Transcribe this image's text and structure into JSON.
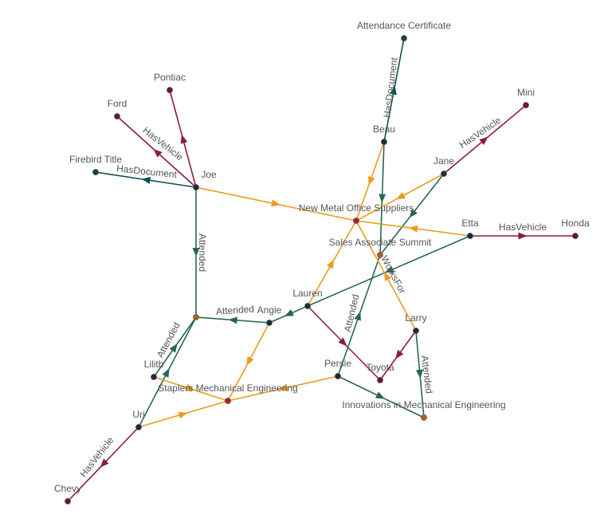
{
  "colors": {
    "person": "#1c2b3a",
    "vehicle": "#6b1538",
    "document": "#12453d",
    "company": "#b01e2a",
    "event": "#b85a18",
    "edge_vehicle": "#8a1c47",
    "edge_document": "#0f4f58",
    "edge_attended": "#266852",
    "edge_worksfor": "#eb9c1c"
  },
  "nodes": [
    {
      "id": "attendance_certificate",
      "label": "Attendance Certificate",
      "kind": "document"
    },
    {
      "id": "pontiac",
      "label": "Pontiac",
      "kind": "vehicle"
    },
    {
      "id": "mini",
      "label": "Mini",
      "kind": "vehicle"
    },
    {
      "id": "ford",
      "label": "Ford",
      "kind": "vehicle"
    },
    {
      "id": "beau",
      "label": "Beau",
      "kind": "person"
    },
    {
      "id": "firebird_title",
      "label": "Firebird Title",
      "kind": "document"
    },
    {
      "id": "joe",
      "label": "Joe",
      "kind": "person"
    },
    {
      "id": "jane",
      "label": "Jane",
      "kind": "person"
    },
    {
      "id": "new_metal",
      "label": "New Metal Office Suppliers",
      "kind": "company"
    },
    {
      "id": "etta",
      "label": "Etta",
      "kind": "person"
    },
    {
      "id": "honda",
      "label": "Honda",
      "kind": "vehicle"
    },
    {
      "id": "sales_summit",
      "label": "Sales Associate Summit",
      "kind": "event"
    },
    {
      "id": "lauren",
      "label": "Lauren",
      "kind": "person"
    },
    {
      "id": "angie",
      "label": "Angie",
      "kind": "person"
    },
    {
      "id": "event_left",
      "label": "",
      "kind": "event"
    },
    {
      "id": "larry",
      "label": "Larry",
      "kind": "person"
    },
    {
      "id": "lilith",
      "label": "Lilith",
      "kind": "person"
    },
    {
      "id": "persie",
      "label": "Persie",
      "kind": "person"
    },
    {
      "id": "toyota",
      "label": "Toyota",
      "kind": "vehicle"
    },
    {
      "id": "staplers",
      "label": "Staplers Mechanical Engineering",
      "kind": "company"
    },
    {
      "id": "innovations",
      "label": "Innovations in Mechanical Engineering",
      "kind": "event"
    },
    {
      "id": "uri",
      "label": "Uri",
      "kind": "person"
    },
    {
      "id": "chevy",
      "label": "Chevy",
      "kind": "vehicle"
    }
  ],
  "edges": [
    {
      "from": "beau",
      "to": "attendance_certificate",
      "type": "document",
      "label": "HasDocument"
    },
    {
      "from": "joe",
      "to": "pontiac",
      "type": "vehicle",
      "label": ""
    },
    {
      "from": "joe",
      "to": "ford",
      "type": "vehicle",
      "label": "HasVehicle"
    },
    {
      "from": "joe",
      "to": "firebird_title",
      "type": "document",
      "label": "HasDocument"
    },
    {
      "from": "jane",
      "to": "mini",
      "type": "vehicle",
      "label": "HasVehicle"
    },
    {
      "from": "etta",
      "to": "honda",
      "type": "vehicle",
      "label": "HasVehicle"
    },
    {
      "from": "lauren",
      "to": "toyota",
      "type": "vehicle",
      "label": ""
    },
    {
      "from": "larry",
      "to": "toyota",
      "type": "vehicle",
      "label": ""
    },
    {
      "from": "uri",
      "to": "chevy",
      "type": "vehicle",
      "label": "HasVehicle"
    },
    {
      "from": "joe",
      "to": "event_left",
      "type": "attended",
      "label": "Attended"
    },
    {
      "from": "angie",
      "to": "event_left",
      "type": "attended",
      "label": "Attended"
    },
    {
      "from": "lilith",
      "to": "event_left",
      "type": "attended",
      "label": "Attended"
    },
    {
      "from": "uri",
      "to": "event_left",
      "type": "attended",
      "label": ""
    },
    {
      "from": "beau",
      "to": "sales_summit",
      "type": "attended",
      "label": ""
    },
    {
      "from": "jane",
      "to": "sales_summit",
      "type": "attended",
      "label": ""
    },
    {
      "from": "etta",
      "to": "lauren",
      "type": "attended",
      "label": ""
    },
    {
      "from": "persie",
      "to": "sales_summit",
      "type": "attended",
      "label": "Attended"
    },
    {
      "from": "persie",
      "to": "innovations",
      "type": "attended",
      "label": ""
    },
    {
      "from": "larry",
      "to": "innovations",
      "type": "attended",
      "label": "Attended"
    },
    {
      "from": "lauren",
      "to": "angie",
      "type": "attended",
      "label": ""
    },
    {
      "from": "joe",
      "to": "new_metal",
      "type": "worksfor",
      "label": ""
    },
    {
      "from": "beau",
      "to": "new_metal",
      "type": "worksfor",
      "label": ""
    },
    {
      "from": "jane",
      "to": "new_metal",
      "type": "worksfor",
      "label": ""
    },
    {
      "from": "etta",
      "to": "new_metal",
      "type": "worksfor",
      "label": ""
    },
    {
      "from": "lauren",
      "to": "new_metal",
      "type": "worksfor",
      "label": ""
    },
    {
      "from": "larry",
      "to": "new_metal",
      "type": "worksfor",
      "label": "WorksFor"
    },
    {
      "from": "angie",
      "to": "staplers",
      "type": "worksfor",
      "label": ""
    },
    {
      "from": "lilith",
      "to": "staplers",
      "type": "worksfor",
      "label": ""
    },
    {
      "from": "uri",
      "to": "staplers",
      "type": "worksfor",
      "label": ""
    },
    {
      "from": "persie",
      "to": "staplers",
      "type": "worksfor",
      "label": ""
    }
  ]
}
